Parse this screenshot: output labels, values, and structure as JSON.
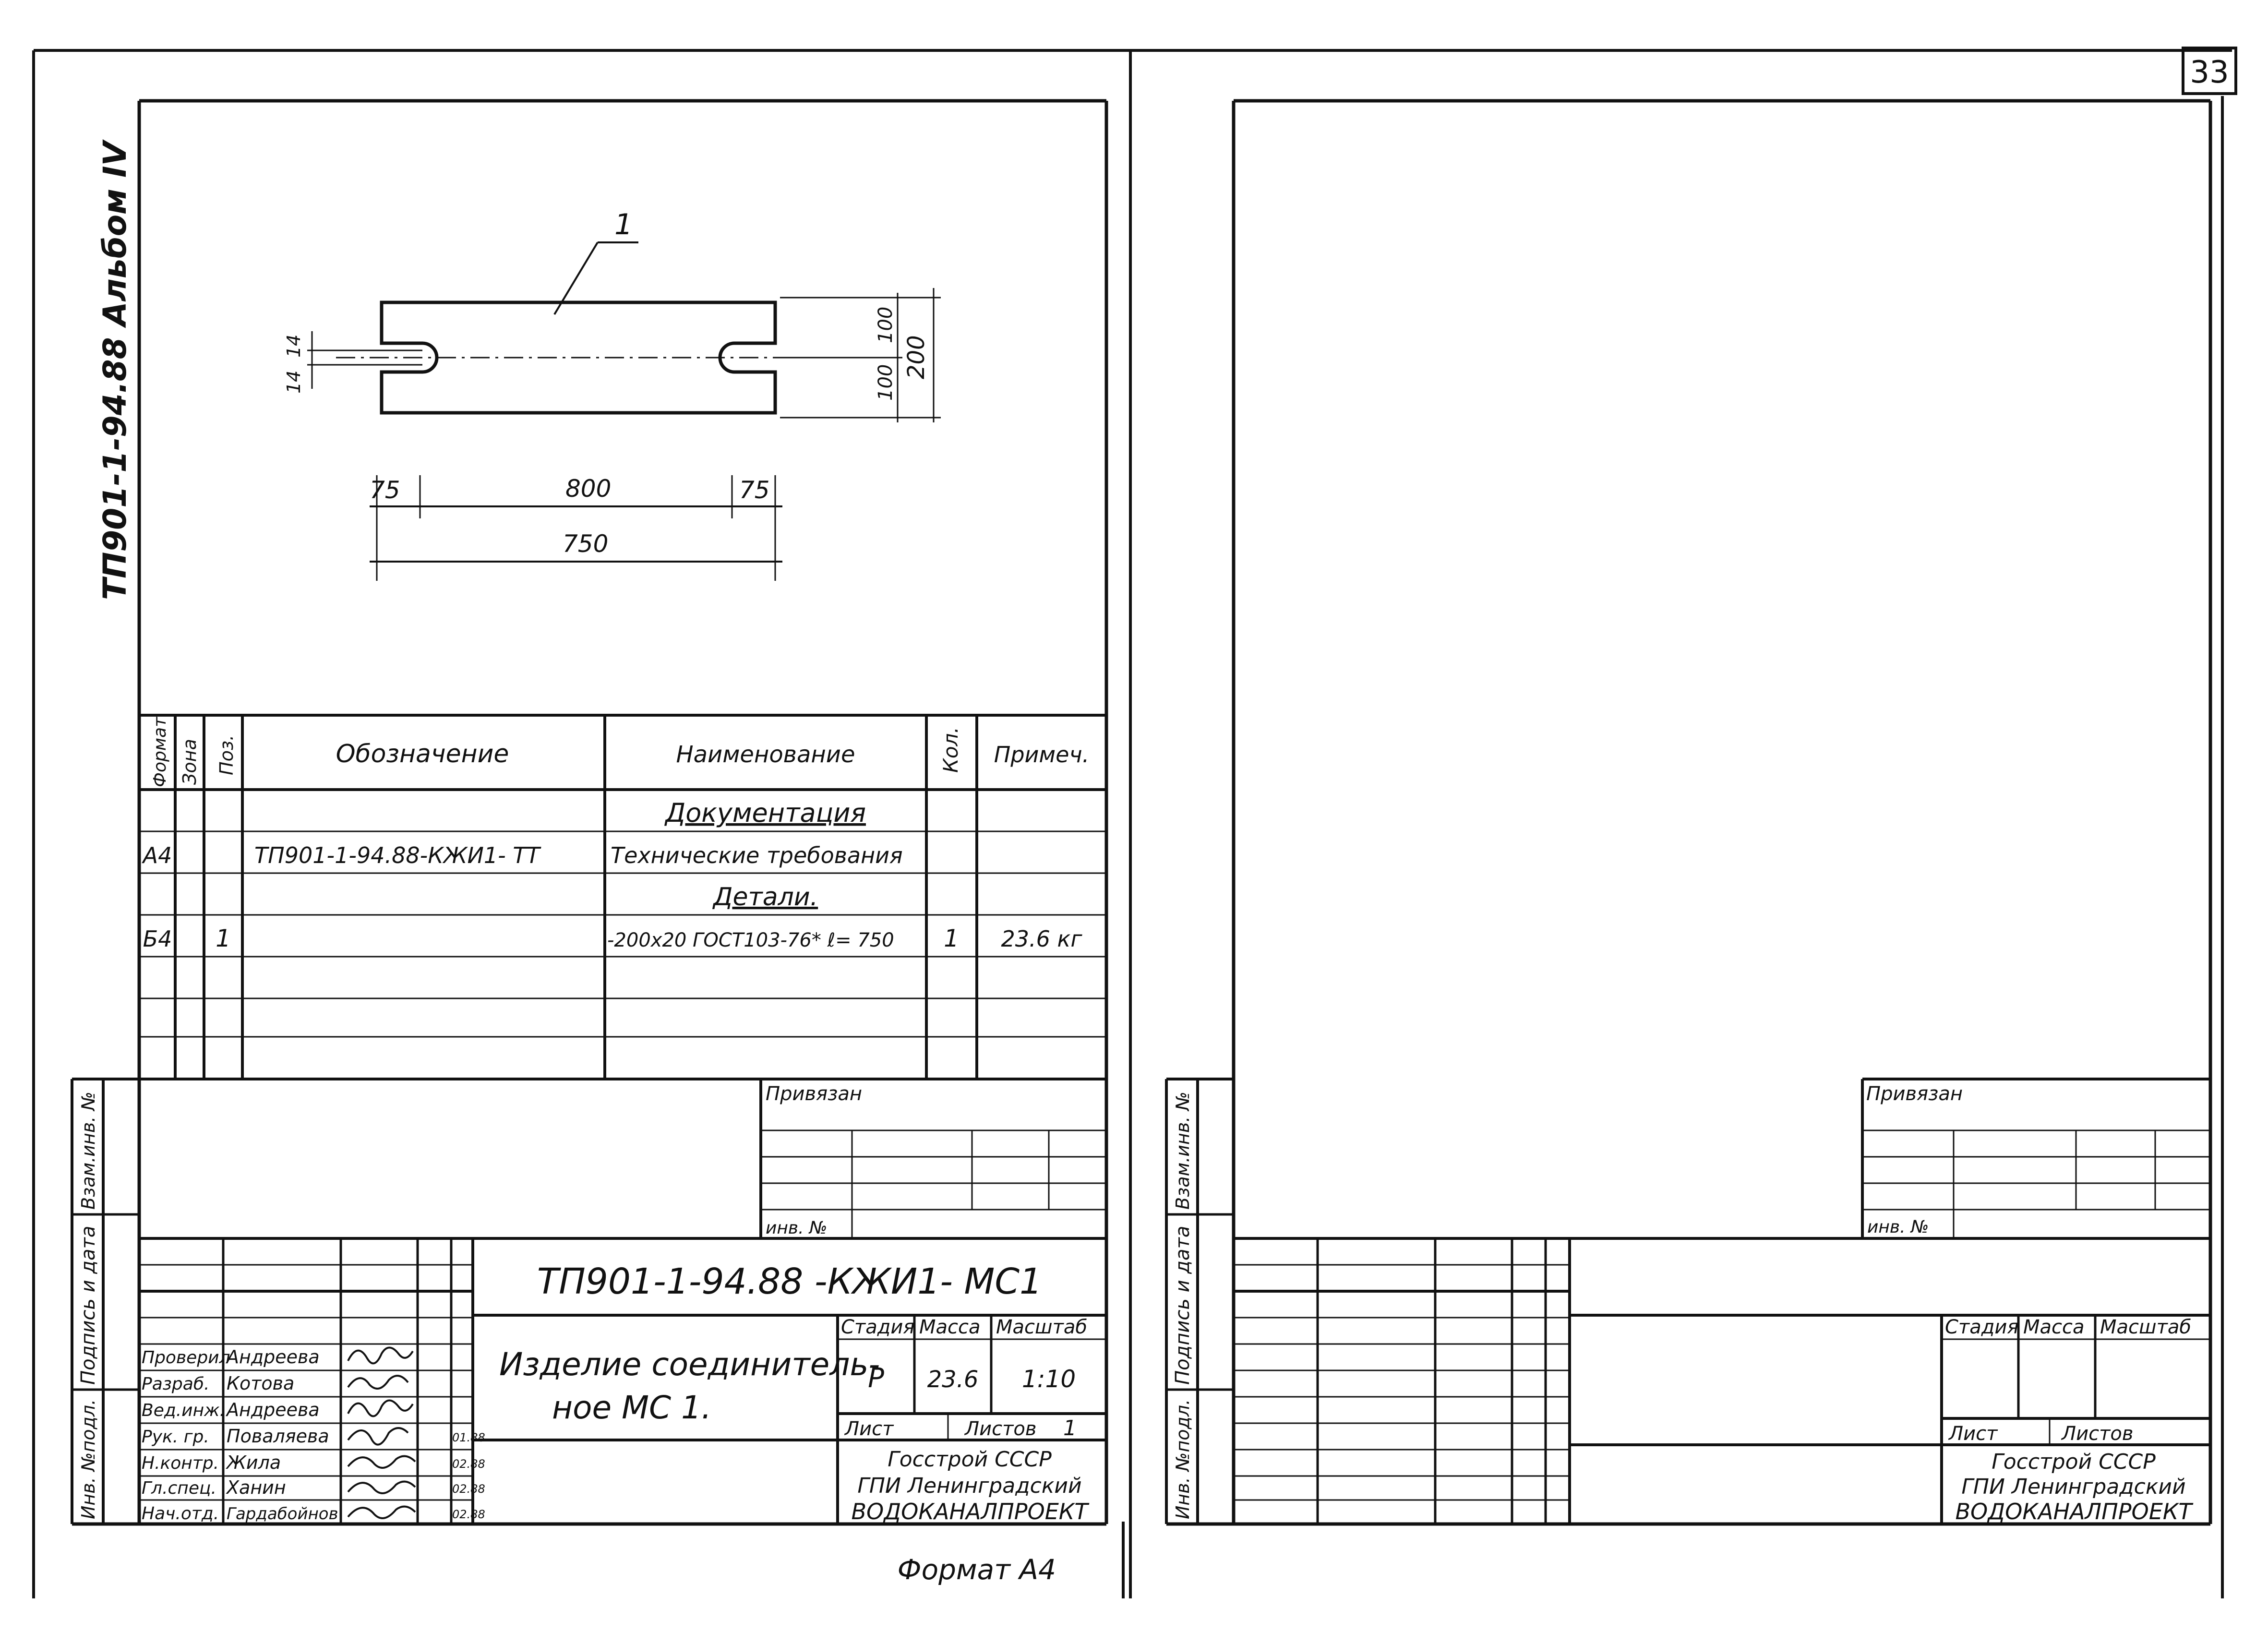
{
  "page_number": "33",
  "album_label": "ТП901-1-94.88 Альбом IV",
  "drawing": {
    "callout": "1",
    "dims": {
      "slot_width_a": "14",
      "slot_width_b": "14",
      "half_height_top": "100",
      "half_height_bottom": "100",
      "total_height": "200",
      "end_left": "75",
      "middle": "800",
      "end_right": "75",
      "overall": "750"
    }
  },
  "spec_table": {
    "headers": {
      "format": "Формат",
      "zone": "Зона",
      "pos": "Поз.",
      "designation": "Обозначение",
      "name": "Наименование",
      "qty": "Кол.",
      "note": "Примеч."
    },
    "rows": [
      {
        "format": "",
        "pos": "",
        "designation": "",
        "name": "Документация",
        "qty": "",
        "note": ""
      },
      {
        "format": "А4",
        "pos": "",
        "designation": "ТП901-1-94.88-КЖИ1- ТТ",
        "name": "Технические требования",
        "qty": "",
        "note": ""
      },
      {
        "format": "",
        "pos": "",
        "designation": "",
        "name": "Детали.",
        "qty": "",
        "note": ""
      },
      {
        "format": "Б4",
        "pos": "1",
        "designation": "",
        "name": "-200х20 ГОСТ103-76* ℓ= 750",
        "qty": "1",
        "note": "23.6 кг"
      },
      {
        "format": "",
        "pos": "",
        "designation": "",
        "name": "",
        "qty": "",
        "note": ""
      },
      {
        "format": "",
        "pos": "",
        "designation": "",
        "name": "",
        "qty": "",
        "note": ""
      },
      {
        "format": "",
        "pos": "",
        "designation": "",
        "name": "",
        "qty": "",
        "note": ""
      }
    ]
  },
  "side_stamps": {
    "inv_podl": "Инв. №подл.",
    "podpis_data": "Подпись и дата",
    "vzam_inv": "Взам.инв. №"
  },
  "title_block_left": {
    "privyazan": "Привязан",
    "inv_no": "инв. №",
    "doc_code": "ТП901-1-94.88 -КЖИ1- МС1",
    "title_line1": "Изделие соединитель-",
    "title_line2": "ное МС 1.",
    "stage_label": "Стадия",
    "mass_label": "Масса",
    "scale_label": "Масштаб",
    "stage": "Р",
    "mass": "23.6",
    "scale": "1:10",
    "sheet_label": "Лист",
    "sheets_label": "Листов",
    "sheets": "1",
    "org1": "Госстрой СССР",
    "org2": "ГПИ Ленинградский",
    "org3": "ВОДОКАНАЛПРОЕКТ",
    "signers": [
      {
        "role": "Проверил",
        "name": "Андреева",
        "date": ""
      },
      {
        "role": "Разраб.",
        "name": "Котова",
        "date": ""
      },
      {
        "role": "Вед.инж.",
        "name": "Андреева",
        "date": ""
      },
      {
        "role": "Рук. гр.",
        "name": "Поваляева",
        "date": "01.88"
      },
      {
        "role": "Н.контр.",
        "name": "Жила",
        "date": "02.88"
      },
      {
        "role": "Гл.спец.",
        "name": "Ханин",
        "date": "02.88"
      },
      {
        "role": "Нач.отд.",
        "name": "Гардабойнов",
        "date": "02.88"
      }
    ]
  },
  "title_block_right": {
    "privyazan": "Привязан",
    "inv_no": "инв. №",
    "stage_label": "Стадия",
    "mass_label": "Масса",
    "scale_label": "Масштаб",
    "sheet_label": "Лист",
    "sheets_label": "Листов",
    "org1": "Госстрой СССР",
    "org2": "ГПИ Ленинградский",
    "org3": "ВОДОКАНАЛПРОЕКТ"
  },
  "format_label": "Формат А4"
}
